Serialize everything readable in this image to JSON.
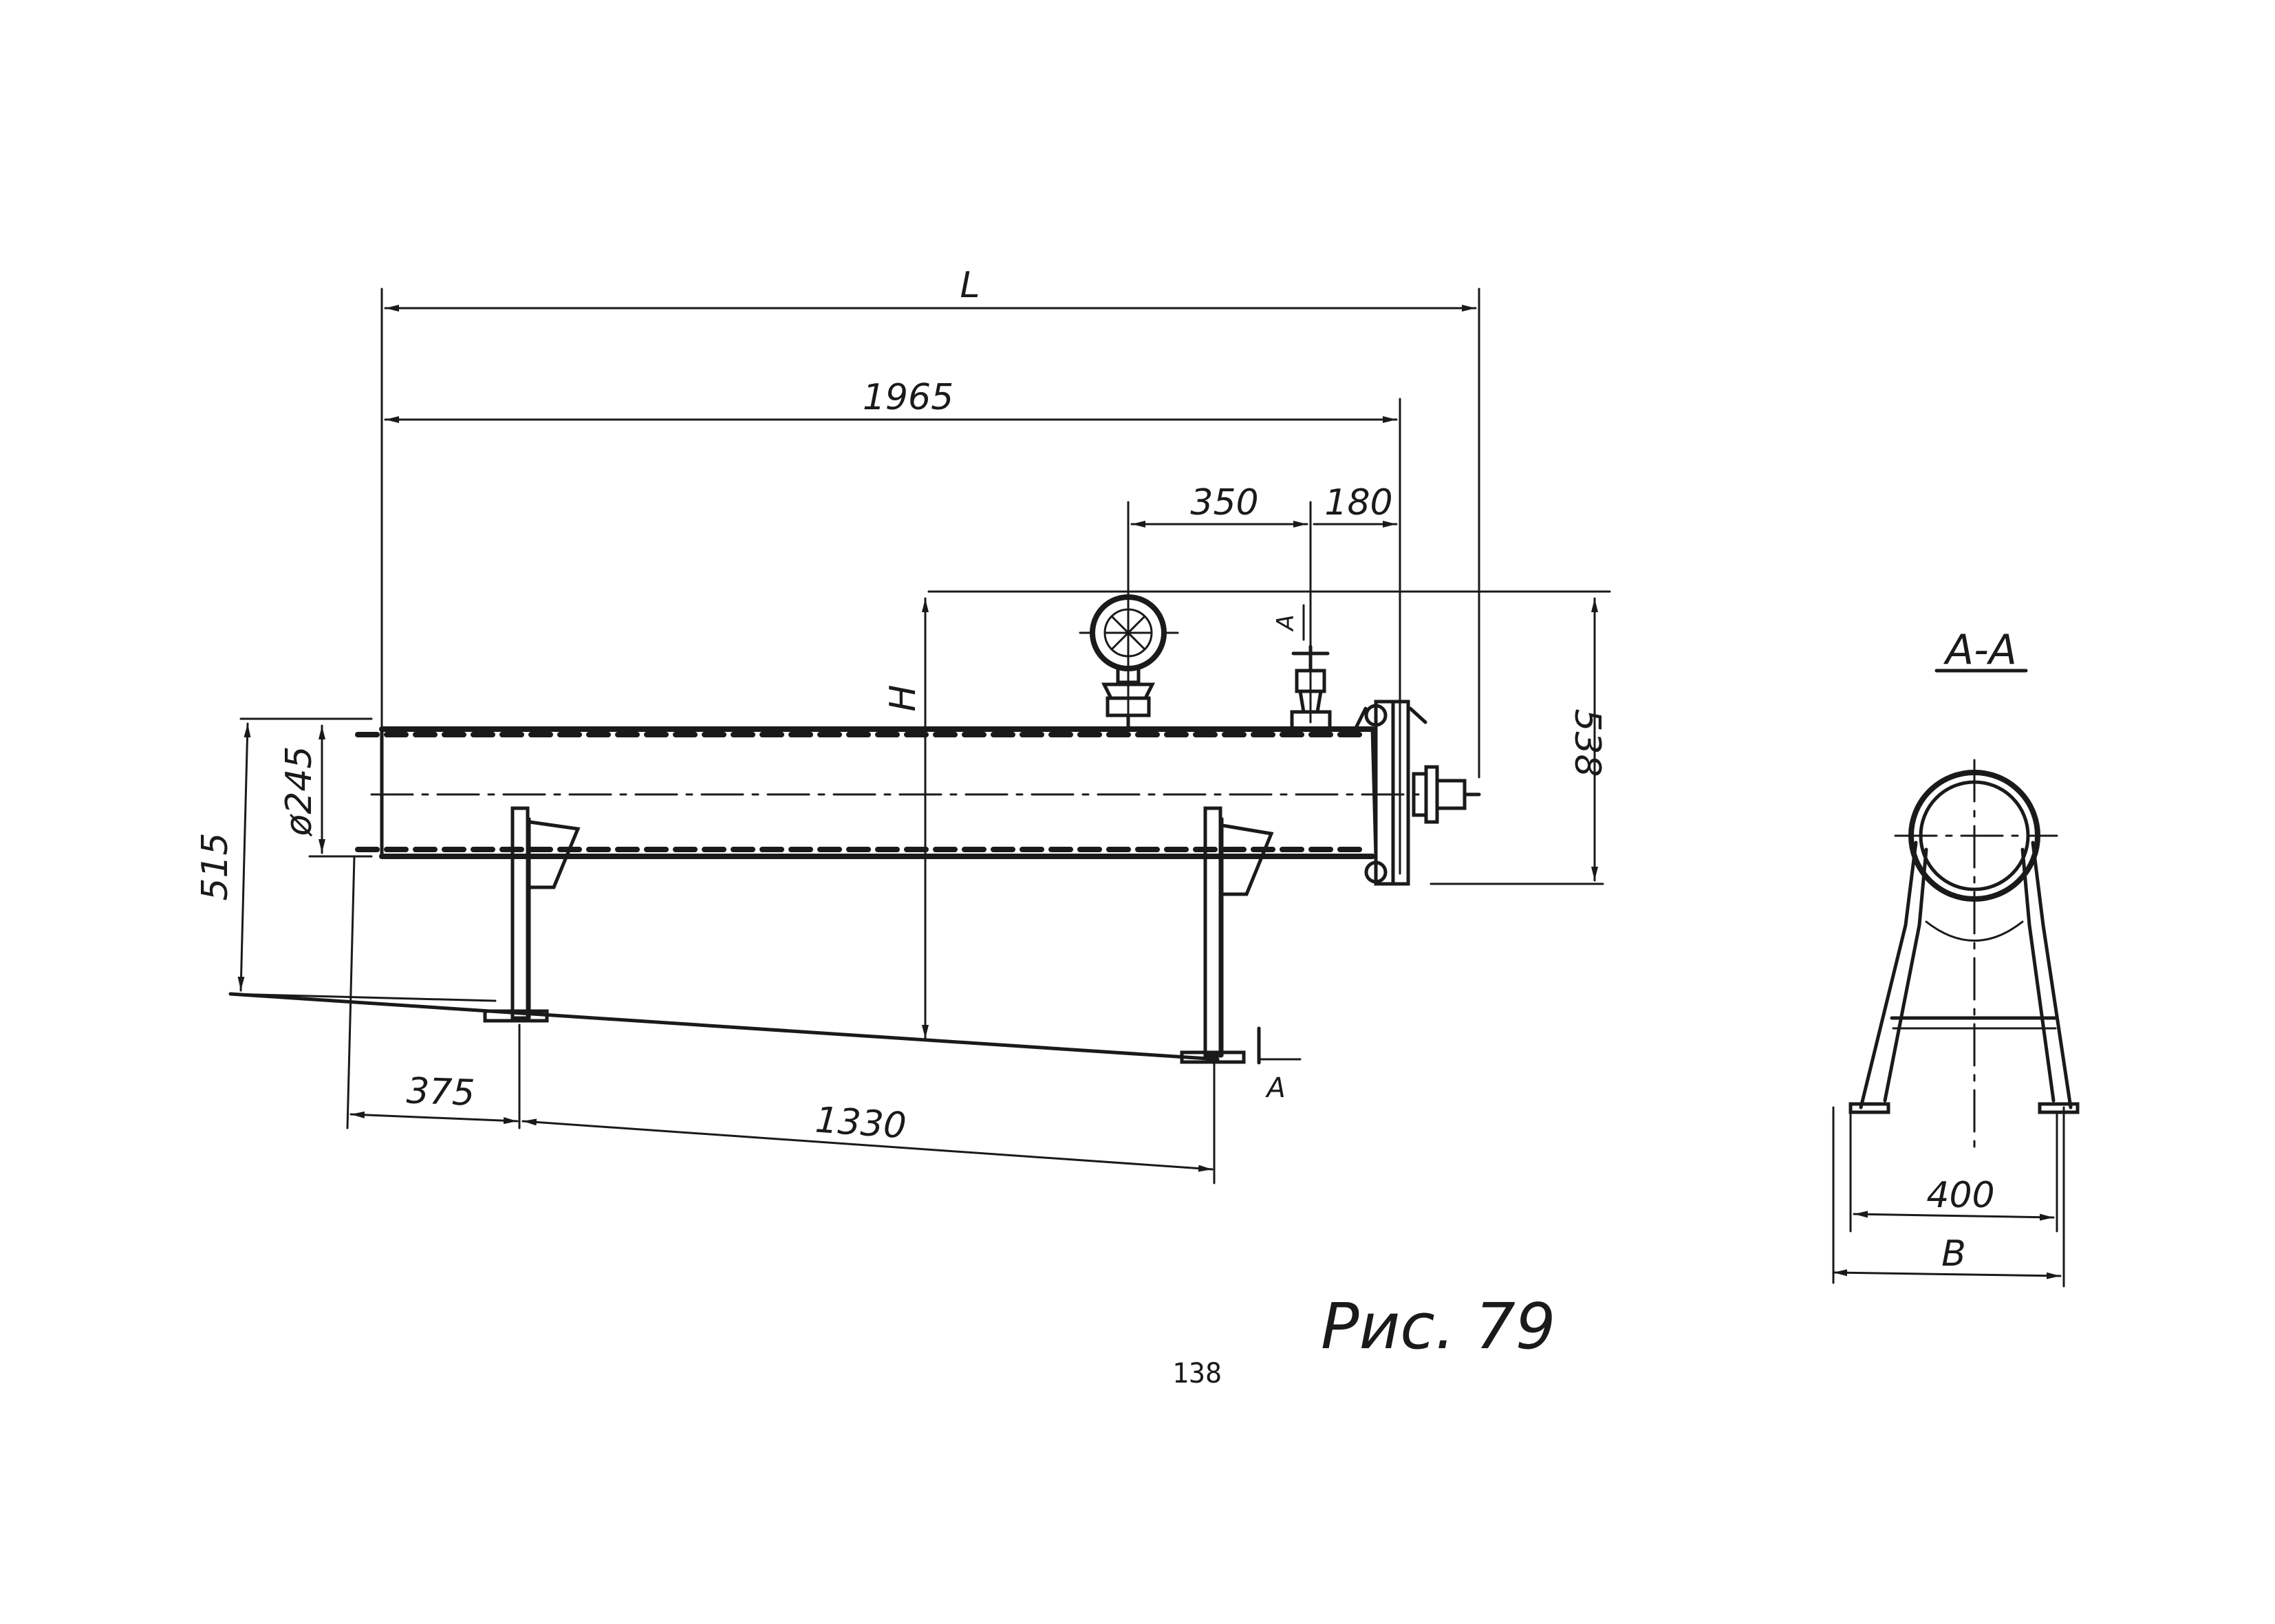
{
  "dimensions": {
    "overall_length": "L",
    "body_length": "1965",
    "gauge_spacing": "350",
    "valve_offset": "180",
    "height": "H",
    "top_height": "538",
    "total_height": "515",
    "pipe_diameter": "ø245",
    "end_offset": "375",
    "support_spacing": "1330",
    "section_inner_width": "400",
    "section_outer_width": "B"
  },
  "section": {
    "title": "А-А",
    "cut_mark": "А"
  },
  "caption": "Рис. 79",
  "page_number": "138",
  "colors": {
    "ink": "#1a1a1a",
    "paper": "#ffffff"
  }
}
